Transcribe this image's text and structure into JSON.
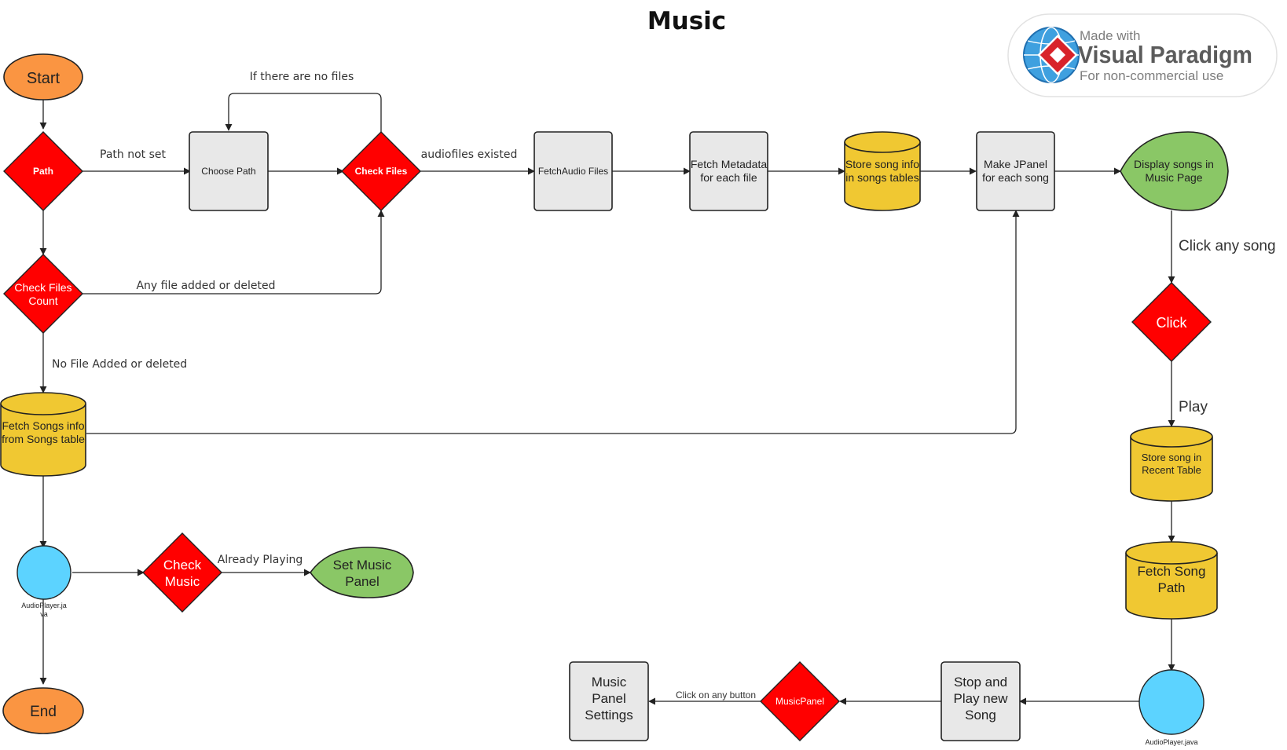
{
  "title": "Music",
  "watermark": {
    "made_with": "Made with",
    "brand": "Visual Paradigm",
    "note": "For non-commercial use"
  },
  "colors": {
    "terminal": "#fa9542",
    "decision": "#ff0000",
    "process": "#e8e8e8",
    "database": "#f0c832",
    "display": "#8ac766",
    "connector": "#5cd3ff"
  },
  "nodes": {
    "start": "Start",
    "end": "End",
    "path": "Path",
    "choose_path": "Choose Path",
    "check_files": "Check Files",
    "fetch_audio_files": "FetchAudio Files",
    "fetch_metadata": [
      "Fetch Metadata",
      "for each file"
    ],
    "store_song_info": [
      "Store song info",
      "in songs tables"
    ],
    "make_jpanel": [
      "Make JPanel",
      "for each song"
    ],
    "display_songs": [
      "Display songs in",
      "Music Page"
    ],
    "check_files_count": [
      "Check Files",
      "Count"
    ],
    "fetch_songs_info": [
      "Fetch Songs info",
      "from Songs table"
    ],
    "click": "Click",
    "store_recent": [
      "Store song in",
      "Recent Table"
    ],
    "fetch_song_path": [
      "Fetch Song",
      "Path"
    ],
    "audio_player_left": [
      "AudioPlayer.ja",
      "va"
    ],
    "check_music": [
      "Check",
      "Music"
    ],
    "set_music_panel": [
      "Set Music",
      "Panel"
    ],
    "audio_player_right": "AudioPlayer.java",
    "stop_play": [
      "Stop and",
      "Play new",
      "Song"
    ],
    "music_panel": "MusicPanel",
    "music_panel_settings": [
      "Music",
      "Panel",
      "Settings"
    ]
  },
  "edge_labels": {
    "path_not_set": "Path not set",
    "no_files": "If there are no files",
    "audiofiles_existed": "audiofiles existed",
    "any_file_changed": "Any file added or deleted",
    "no_file_changed": "No File Added or deleted",
    "click_any_song": "Click any song",
    "play": "Play",
    "already_playing": "Already Playing",
    "click_any_button": "Click on any button"
  }
}
